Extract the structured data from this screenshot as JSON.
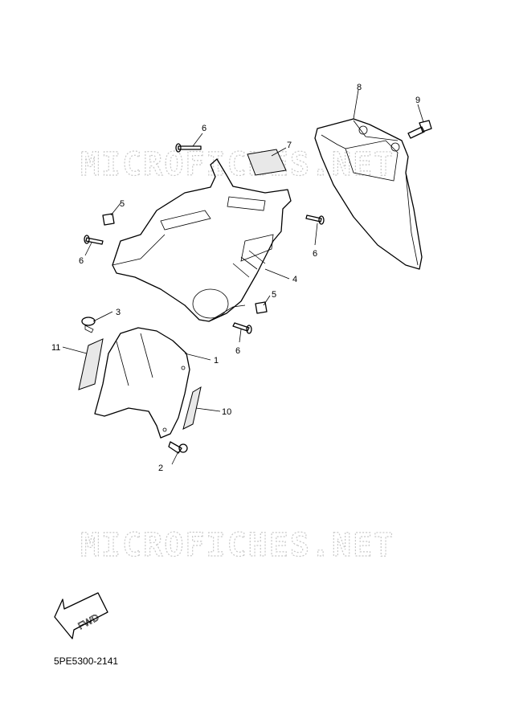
{
  "watermarks": [
    "MICROFICHES.NET",
    "MICROFICHES.NET"
  ],
  "callouts": [
    "1",
    "2",
    "3",
    "4",
    "5",
    "5",
    "6",
    "6",
    "6",
    "6",
    "7",
    "8",
    "9",
    "10",
    "11"
  ],
  "fwd_label": "FWD",
  "diagram_code": "5PE5300-2141"
}
